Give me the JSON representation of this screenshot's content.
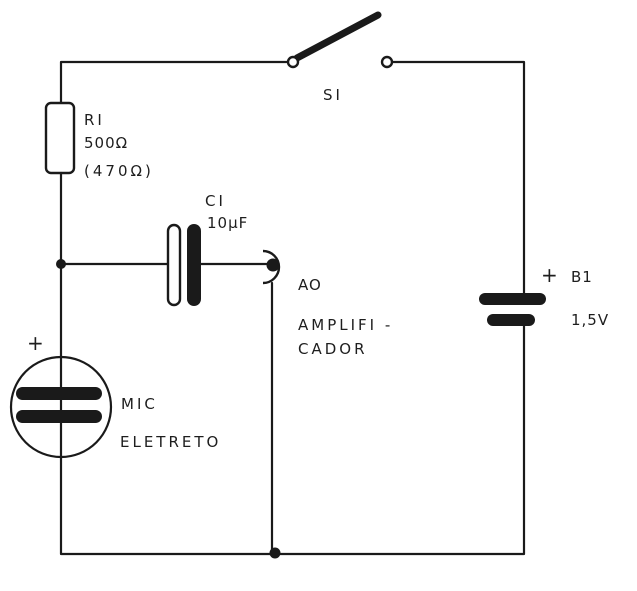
{
  "diagram": {
    "type": "circuit-schematic",
    "components": {
      "switch": {
        "ref": "S1",
        "label": "SI"
      },
      "resistor": {
        "ref": "R1",
        "label": "RI",
        "value": "500Ω",
        "alt_value": "(470Ω)"
      },
      "capacitor": {
        "ref": "C1",
        "label": "CI",
        "value": "10µF"
      },
      "jack": {
        "ref": "AO",
        "label": "AO",
        "description_line1": "AMPLIFI -",
        "description_line2": "CADOR"
      },
      "battery": {
        "ref": "B1",
        "plus": "+",
        "label": "B1",
        "value": "1,5V"
      },
      "microphone": {
        "plus": "+",
        "label_line1": "MIC",
        "label_line2": "ELETRETO"
      }
    },
    "colors": {
      "ink": "#1a1a1a",
      "background": "#ffffff"
    }
  }
}
